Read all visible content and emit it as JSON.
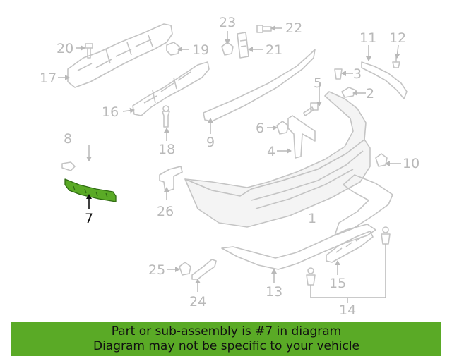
{
  "callouts": {
    "c1": "1",
    "c2": "2",
    "c3": "3",
    "c4": "4",
    "c5": "5",
    "c6": "6",
    "c7": "7",
    "c8": "8",
    "c9": "9",
    "c10": "10",
    "c11": "11",
    "c12": "12",
    "c13": "13",
    "c14": "14",
    "c15": "15",
    "c16": "16",
    "c17": "17",
    "c18": "18",
    "c19": "19",
    "c20": "20",
    "c21": "21",
    "c22": "22",
    "c23": "23",
    "c24": "24",
    "c25": "25",
    "c26": "26"
  },
  "banner": {
    "line1": "Part or sub-assembly is #7 in diagram",
    "line2": "Diagram may not be specific to your vehicle"
  },
  "colors": {
    "highlight_part": "#5aaa26",
    "banner_background": "#5aaa26",
    "inactive_part": "#c4c4c4"
  }
}
